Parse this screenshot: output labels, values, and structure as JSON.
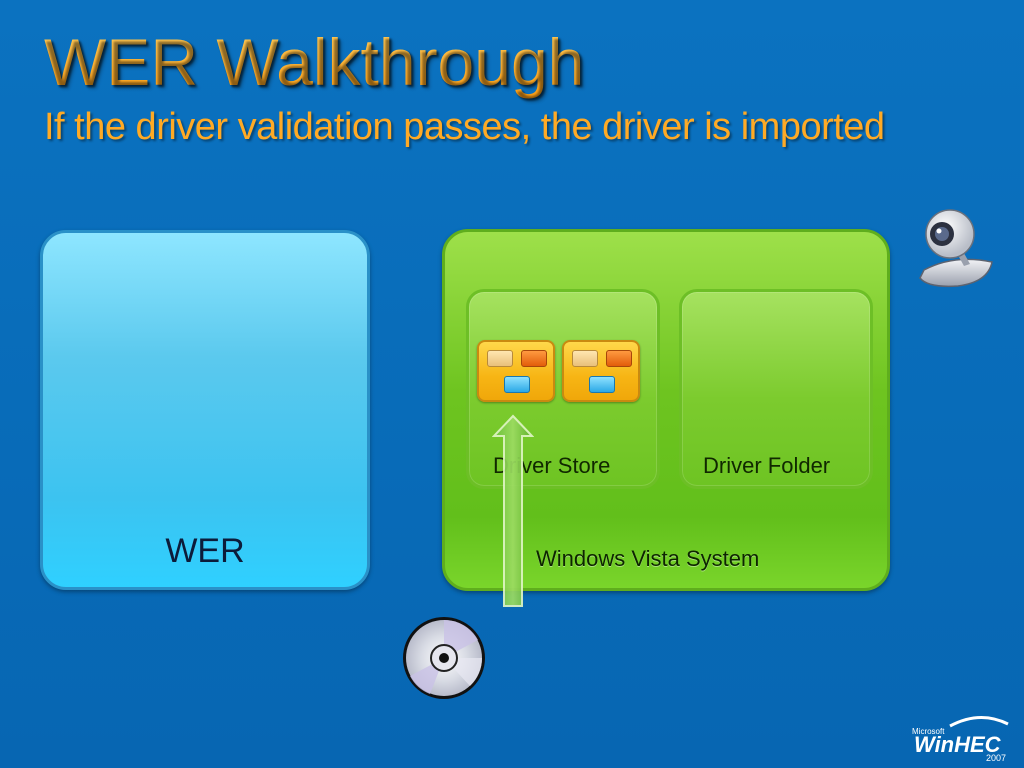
{
  "slide": {
    "title": "WER Walkthrough",
    "subtitle": "If the driver validation passes, the driver is imported"
  },
  "diagram": {
    "wer_box": {
      "label": "WER"
    },
    "vista_box": {
      "label": "Windows Vista System"
    },
    "driver_store": {
      "label": "Driver Store"
    },
    "driver_folder": {
      "label": "Driver Folder"
    }
  },
  "icons": {
    "cd": "cd-disc-icon",
    "webcam": "webcam-icon",
    "arrow": "arrow-up-icon",
    "packages": [
      "driver-package-icon",
      "driver-package-icon"
    ]
  },
  "logo": {
    "brand_small": "Microsoft",
    "brand": "WinHEC",
    "year": "2007"
  },
  "colors": {
    "background": "#0a6fbd",
    "title": "#ffaa25",
    "wer_box": "#3cc3f0",
    "vista_box": "#6ec420"
  }
}
